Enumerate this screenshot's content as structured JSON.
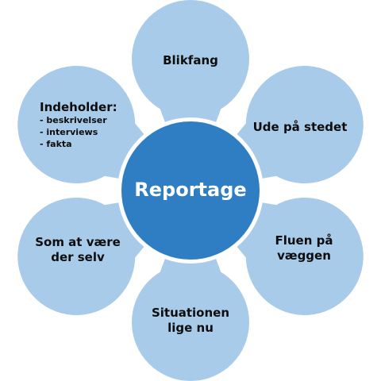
{
  "diagram": {
    "center": {
      "label": "Reportage"
    },
    "petals": [
      {
        "id": "top",
        "lines": [
          "Blikfang"
        ]
      },
      {
        "id": "upper-right",
        "lines": [
          "Ude på stedet"
        ]
      },
      {
        "id": "lower-right",
        "lines": [
          "Fluen på",
          "væggen"
        ]
      },
      {
        "id": "bottom",
        "lines": [
          "Situationen",
          "lige nu"
        ]
      },
      {
        "id": "lower-left",
        "lines": [
          "Som at være",
          "der selv"
        ]
      },
      {
        "id": "upper-left",
        "title": "Indeholder:",
        "items": [
          "- beskrivelser",
          "- interviews",
          "- fakta"
        ]
      }
    ],
    "colors": {
      "petal_fill": "#a8cbe9",
      "center_fill": "#2f7ec4",
      "text": "#0d0d0d",
      "center_text": "#ffffff"
    }
  }
}
